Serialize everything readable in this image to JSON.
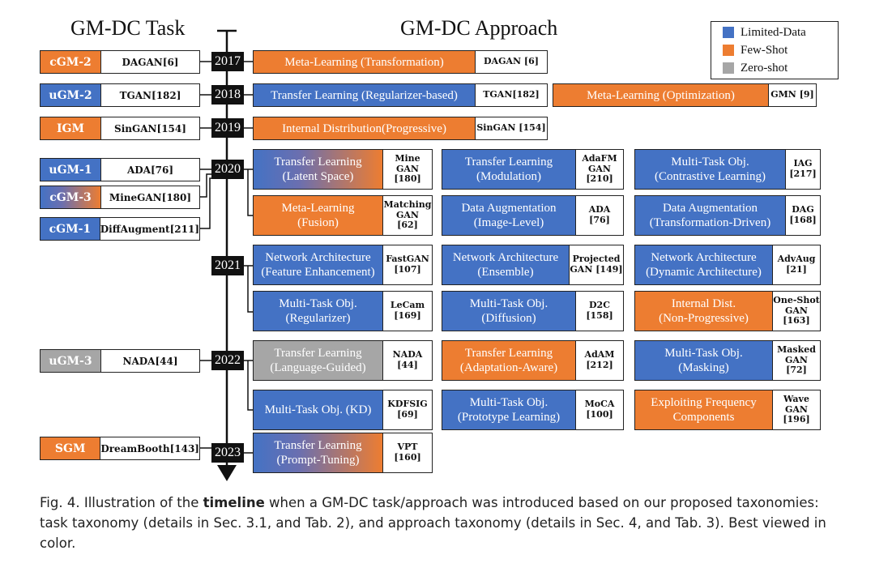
{
  "headings": {
    "task": "GM-DC Task",
    "approach": "GM-DC Approach"
  },
  "legend": [
    {
      "label": "Limited-Data",
      "color": "#4472c4"
    },
    {
      "label": "Few-Shot",
      "color": "#ed7d31"
    },
    {
      "label": "Zero-shot",
      "color": "#a6a6a6"
    }
  ],
  "years": [
    "2017",
    "2018",
    "2019",
    "2020",
    "2021",
    "2022",
    "2023"
  ],
  "tasks": [
    {
      "tag": "cGM-2",
      "ref": "DAGAN[6]",
      "color": "orange"
    },
    {
      "tag": "uGM-2",
      "ref": "TGAN[182]",
      "color": "blue"
    },
    {
      "tag": "IGM",
      "ref": "SinGAN[154]",
      "color": "orange"
    },
    {
      "tag": "uGM-1",
      "ref": "ADA[76]",
      "color": "blue"
    },
    {
      "tag": "cGM-3",
      "ref": "MineGAN[180]",
      "color": "grad"
    },
    {
      "tag": "cGM-1",
      "ref": "DiffAugment[211]",
      "color": "blue"
    },
    {
      "tag": "uGM-3",
      "ref": "NADA[44]",
      "color": "gray"
    },
    {
      "tag": "SGM",
      "ref": "DreamBooth[143]",
      "color": "orange"
    }
  ],
  "approaches": [
    {
      "name": "Meta-Learning (Transformation)",
      "cite": "DAGAN [6]",
      "color": "orange"
    },
    {
      "name": "Transfer Learning (Regularizer-based)",
      "cite": "TGAN[182]",
      "color": "blue"
    },
    {
      "name": "Meta-Learning (Optimization)",
      "cite": "GMN [9]",
      "color": "orange"
    },
    {
      "name": "Internal Distribution(Progressive)",
      "cite": "SinGAN [154]",
      "color": "orange"
    },
    {
      "name": "Transfer Learning\n(Latent Space)",
      "cite": "Mine\nGAN\n[180]",
      "color": "grad"
    },
    {
      "name": "Transfer Learning\n(Modulation)",
      "cite": "AdaFM\nGAN\n[210]",
      "color": "blue"
    },
    {
      "name": "Multi-Task Obj.\n(Contrastive Learning)",
      "cite": "IAG\n[217]",
      "color": "blue"
    },
    {
      "name": "Meta-Learning\n(Fusion)",
      "cite": "Matching\nGAN\n[62]",
      "color": "orange"
    },
    {
      "name": "Data Augmentation\n(Image-Level)",
      "cite": "ADA\n[76]",
      "color": "blue"
    },
    {
      "name": "Data Augmentation\n(Transformation-Driven)",
      "cite": "DAG\n[168]",
      "color": "blue"
    },
    {
      "name": "Network Architecture\n(Feature Enhancement)",
      "cite": "FastGAN\n[107]",
      "color": "blue"
    },
    {
      "name": "Network Architecture\n(Ensemble)",
      "cite": "Projected\nGAN [149]",
      "color": "blue"
    },
    {
      "name": "Network Architecture\n(Dynamic Architecture)",
      "cite": "AdvAug\n[21]",
      "color": "blue"
    },
    {
      "name": "Multi-Task Obj.\n(Regularizer)",
      "cite": "LeCam\n[169]",
      "color": "blue"
    },
    {
      "name": "Multi-Task Obj.\n(Diffusion)",
      "cite": "D2C\n[158]",
      "color": "blue"
    },
    {
      "name": "Internal Dist.\n(Non-Progressive)",
      "cite": "One-Shot\nGAN\n[163]",
      "color": "orange"
    },
    {
      "name": "Transfer Learning\n(Language-Guided)",
      "cite": "NADA\n[44]",
      "color": "gray"
    },
    {
      "name": "Transfer Learning\n(Adaptation-Aware)",
      "cite": "AdAM\n[212]",
      "color": "orange"
    },
    {
      "name": "Multi-Task Obj.\n(Masking)",
      "cite": "Masked\nGAN\n[72]",
      "color": "blue"
    },
    {
      "name": "Multi-Task Obj. (KD)",
      "cite": "KDFSIG\n[69]",
      "color": "blue"
    },
    {
      "name": "Multi-Task Obj.\n(Prototype Learning)",
      "cite": "MoCA\n[100]",
      "color": "blue"
    },
    {
      "name": "Exploiting Frequency\nComponents",
      "cite": "Wave\nGAN\n[196]",
      "color": "orange"
    },
    {
      "name": "Transfer Learning\n(Prompt-Tuning)",
      "cite": "VPT\n[160]",
      "color": "grad"
    }
  ],
  "caption": {
    "pre": "Fig. 4.  Illustration of the ",
    "bold": "timeline",
    "post": " when a GM-DC task/approach was introduced based on our proposed taxonomies: task taxonomy (details in Sec. 3.1, and Tab. 2), and approach taxonomy (details in Sec. 4, and Tab. 3). Best viewed in color."
  }
}
